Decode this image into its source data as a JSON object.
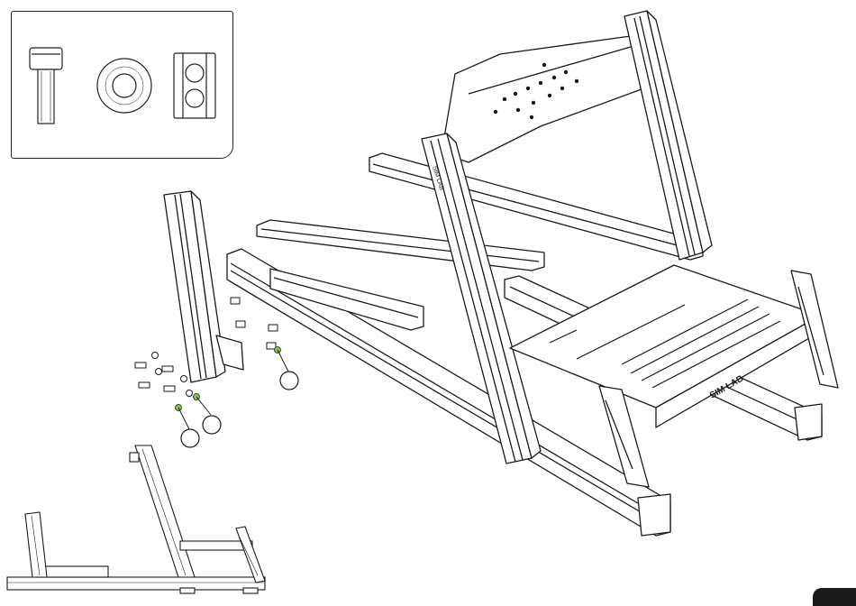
{
  "hardware_box": {
    "items": [
      {
        "name": "cap-screw",
        "label": ""
      },
      {
        "name": "washer",
        "label": ""
      },
      {
        "name": "t-nut",
        "label": ""
      }
    ]
  },
  "callouts": [
    {
      "id": "callout-1",
      "label": ""
    },
    {
      "id": "callout-2",
      "label": ""
    },
    {
      "id": "callout-3",
      "label": ""
    }
  ],
  "logo_text": "SIM LAB",
  "colors": {
    "line": "#1a1a1a",
    "highlight": "#8fc24a",
    "corner_tab": "#1b1b1b"
  },
  "page_tab_label": ""
}
